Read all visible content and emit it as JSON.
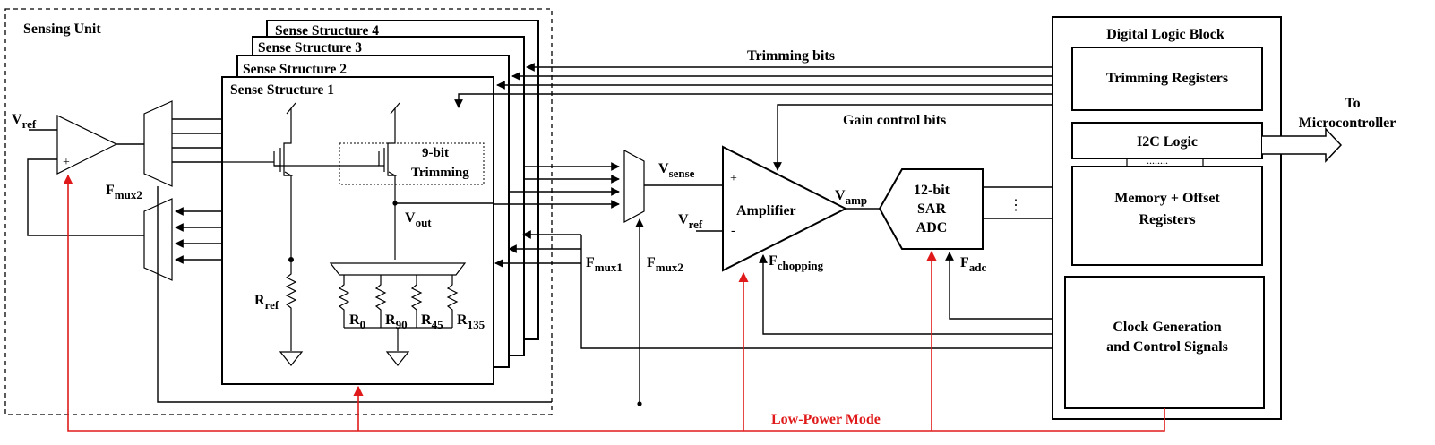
{
  "colors": {
    "line": "#000000",
    "low_power": "#e01a1a",
    "background": "#ffffff"
  },
  "sensing_unit": {
    "title": "Sensing Unit",
    "structures": [
      "Sense Structure 4",
      "Sense Structure 3",
      "Sense Structure 2",
      "Sense Structure 1"
    ],
    "trimming": {
      "l1": "9-bit",
      "l2": "Trimming"
    },
    "vout": {
      "main": "V",
      "sub": "out"
    },
    "rref": {
      "main": "R",
      "sub": "ref"
    },
    "resistors": [
      {
        "main": "R",
        "sub": "0"
      },
      {
        "main": "R",
        "sub": "90"
      },
      {
        "main": "R",
        "sub": "45"
      },
      {
        "main": "R",
        "sub": "135"
      }
    ],
    "vref": {
      "main": "V",
      "sub": "ref"
    },
    "opamp_minus": "−",
    "opamp_plus": "+",
    "fmux2": {
      "main": "F",
      "sub": "mux2"
    }
  },
  "signals": {
    "trimming_bits": "Trimming bits",
    "gain_control_bits": "Gain control bits",
    "vsense": {
      "main": "V",
      "sub": "sense"
    },
    "fmux1": {
      "main": "F",
      "sub": "mux1"
    },
    "fmux2": {
      "main": "F",
      "sub": "mux2"
    },
    "vref": {
      "main": "V",
      "sub": "ref"
    },
    "vamp": {
      "main": "V",
      "sub": "amp"
    },
    "fchopping": {
      "main": "F",
      "sub": "chopping"
    },
    "fadc": {
      "main": "F",
      "sub": "adc"
    },
    "low_power_mode": "Low-Power Mode"
  },
  "amplifier": {
    "label": "Amplifier",
    "plus": "+",
    "minus": "-"
  },
  "adc": {
    "l1": "12-bit",
    "l2": "SAR",
    "l3": "ADC"
  },
  "digital_logic": {
    "title": "Digital Logic Block",
    "trimming_registers": "Trimming Registers",
    "i2c_logic": "I2C Logic",
    "memory": {
      "l1": "Memory + Offset",
      "l2": "Registers"
    },
    "clock": {
      "l1": "Clock Generation",
      "l2": "and Control Signals"
    },
    "bus_dots": "........"
  },
  "output": {
    "l1": "To",
    "l2": "Microcontroller"
  },
  "adc_bus_dots": "⋮"
}
